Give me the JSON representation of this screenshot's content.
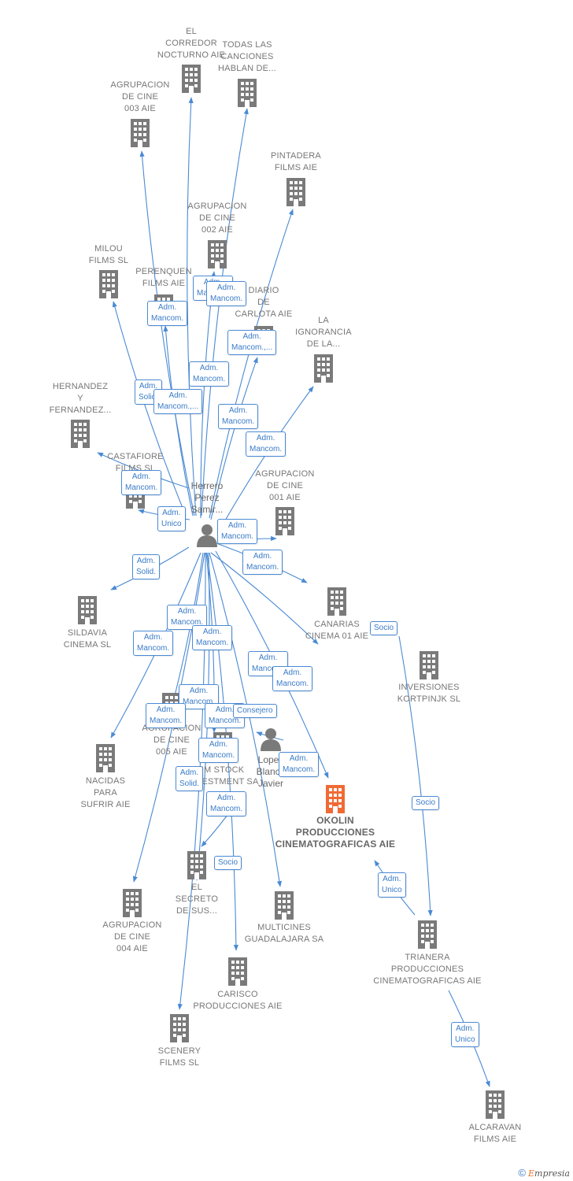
{
  "colors": {
    "edge": "#4a8ad4",
    "building": "#7a7a7a",
    "building_main": "#f06a35",
    "label": "#777777"
  },
  "companies": [
    {
      "id": "el-corredor",
      "label": "EL\nCORREDOR\nNOCTURNO AIE"
    },
    {
      "id": "todas-las-canciones",
      "label": "TODAS LAS\nCANCIONES\nHABLAN DE..."
    },
    {
      "id": "agrupacion-003",
      "label": "AGRUPACION\nDE CINE\n003 AIE"
    },
    {
      "id": "pintadera",
      "label": "PINTADERA\nFILMS AIE"
    },
    {
      "id": "agrupacion-002",
      "label": "AGRUPACION\nDE CINE\n002 AIE"
    },
    {
      "id": "milou",
      "label": "MILOU\nFILMS SL"
    },
    {
      "id": "perenquen",
      "label": "PERENQUEN\nFILMS AIE"
    },
    {
      "id": "diario-carlota",
      "label": "DIARIO\nDE\nCARLOTA AIE"
    },
    {
      "id": "la-ignorancia",
      "label": "LA\nIGNORANCIA\nDE LA..."
    },
    {
      "id": "hernandez",
      "label": "HERNANDEZ\nY\nFERNANDEZ..."
    },
    {
      "id": "castafiore",
      "label": "CASTAFIORE\nFILMS SL"
    },
    {
      "id": "agrupacion-001",
      "label": "AGRUPACION\nDE CINE\n001 AIE"
    },
    {
      "id": "sildavia",
      "label": "SILDAVIA\nCINEMA  SL"
    },
    {
      "id": "canarias",
      "label": "CANARIAS\nCINEMA 01 AIE"
    },
    {
      "id": "inversiones",
      "label": "INVERSIONES\nKORTPINJK  SL"
    },
    {
      "id": "agrupacion-005",
      "label": "AGRUPACION\nDE CINE\n005 AIE"
    },
    {
      "id": "im-stock",
      "label": "IM STOCK\nINVESTMENT SA"
    },
    {
      "id": "nacidas",
      "label": "NACIDAS\nPARA\nSUFRIR AIE"
    },
    {
      "id": "okolin",
      "label": "OKOLIN\nPRODUCCIONES\nCINEMATOGRAFICAS AIE",
      "main": true
    },
    {
      "id": "el-secreto",
      "label": "EL\nSECRETO\nDE SUS..."
    },
    {
      "id": "agrupacion-004",
      "label": "AGRUPACION\nDE CINE\n004 AIE"
    },
    {
      "id": "multicines",
      "label": "MULTICINES\nGUADALAJARA SA"
    },
    {
      "id": "trianera",
      "label": "TRIANERA\nPRODUCCIONES\nCINEMATOGRAFICAS AIE"
    },
    {
      "id": "carisco",
      "label": "CARISCO\nPRODUCCIONES AIE"
    },
    {
      "id": "scenery",
      "label": "SCENERY\nFILMS  SL"
    },
    {
      "id": "alcaravan",
      "label": "ALCARAVAN\nFILMS AIE"
    }
  ],
  "persons": [
    {
      "id": "herrero",
      "label": "Herrero\nPerez\nSamir..."
    },
    {
      "id": "lopez",
      "label": "Lopez\nBlanco\nJavier"
    }
  ],
  "relations": [
    {
      "text": "Adm.\nMancom."
    },
    {
      "text": "Adm.\nMancom."
    },
    {
      "text": "Adm.\nMancom."
    },
    {
      "text": "Adm.\nMancom.,..."
    },
    {
      "text": "Adm.\nMancom."
    },
    {
      "text": "Adm.\nSolid."
    },
    {
      "text": "Adm.\nMancom.,..."
    },
    {
      "text": "Adm.\nMancom."
    },
    {
      "text": "Adm.\nMancom."
    },
    {
      "text": "Adm.\nMancom."
    },
    {
      "text": "Adm.\nUnico"
    },
    {
      "text": "Adm.\nMancom."
    },
    {
      "text": "Adm.\nMancom."
    },
    {
      "text": "Adm.\nSolid."
    },
    {
      "text": "Adm.\nMancom."
    },
    {
      "text": "Adm.\nMancom."
    },
    {
      "text": "Adm.\nMancom."
    },
    {
      "text": "Socio"
    },
    {
      "text": "Adm.\nMancom."
    },
    {
      "text": "Adm.\nMancom."
    },
    {
      "text": "Adm.\nMancom."
    },
    {
      "text": "Adm.\nMancom."
    },
    {
      "text": "Adm.\nMancom."
    },
    {
      "text": "Consejero"
    },
    {
      "text": "Adm.\nMancom."
    },
    {
      "text": "Adm.\nMancom."
    },
    {
      "text": "Adm.\nSolid."
    },
    {
      "text": "Adm.\nMancom."
    },
    {
      "text": "Socio"
    },
    {
      "text": "Socio"
    },
    {
      "text": "Adm.\nUnico"
    },
    {
      "text": "Adm.\nUnico"
    }
  ],
  "footer": {
    "copyright": "©",
    "brand_e": "E",
    "brand_rest": "mpresia"
  }
}
